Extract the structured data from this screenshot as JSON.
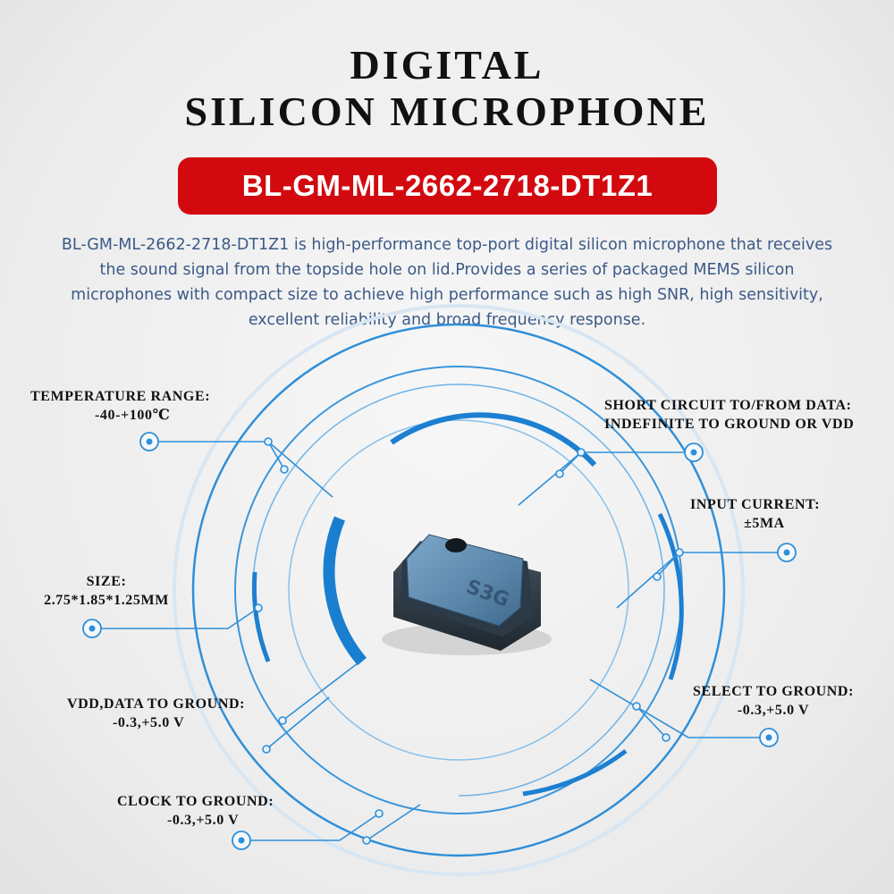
{
  "title_line1": "DIGITAL",
  "title_line2": "SILICON MICROPHONE",
  "model": "BL-GM-ML-2662-2718-DT1Z1",
  "description": "BL-GM-ML-2662-2718-DT1Z1 is high-performance top-port digital silicon microphone that receives the sound signal from the topside hole on lid.Provides a series of packaged MEMS silicon microphones with compact size to achieve high performance such as high SNR, high sensitivity, excellent reliability and broad frequency response.",
  "colors": {
    "accent": "#d20a10",
    "ring": "#2f8fd8",
    "text": "#3b5a87"
  },
  "chip_marking": "S3G",
  "specs": {
    "temperature": {
      "label": "TEMPERATURE RANGE:",
      "value": "-40-+100℃"
    },
    "size": {
      "label": "SIZE:",
      "value": "2.75*1.85*1.25MM"
    },
    "vdd_data": {
      "label": "VDD,DATA TO GROUND:",
      "value": "-0.3,+5.0 V"
    },
    "clock": {
      "label": "CLOCK TO GROUND:",
      "value": "-0.3,+5.0 V"
    },
    "short_circuit": {
      "label": "SHORT CIRCUIT TO/FROM DATA:",
      "value": "INDEFINITE TO GROUND OR VDD"
    },
    "input_current": {
      "label": "INPUT CURRENT:",
      "value": "±5MA"
    },
    "select": {
      "label": "SELECT TO GROUND:",
      "value": "-0.3,+5.0 V"
    }
  }
}
